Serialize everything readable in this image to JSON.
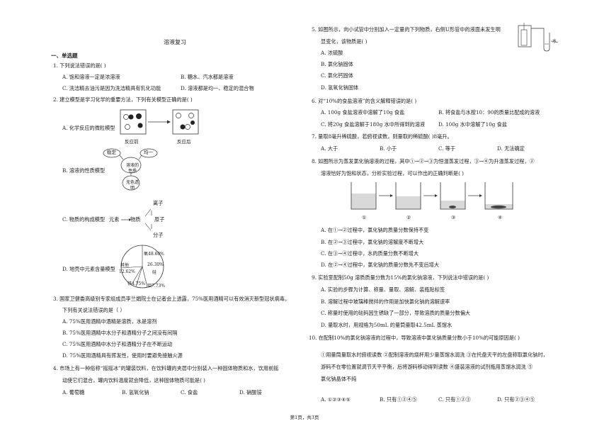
{
  "title": "溶液复习",
  "section": "一、单选题",
  "footer": "第1页，共3页",
  "left": {
    "q1": {
      "stem": "1.    下列说法错误的是(       )",
      "A": "A.  饱和溶液一定是浓溶液",
      "B": "B.  糖水、汽水都是溶液",
      "C": "C.  洗洁精去油污是因为洗洁精具有乳化功能",
      "D": "D.  溶液都是均一、稳定的混合物"
    },
    "q2": {
      "stem": "2.    建立模型是学习化学的重要方法，下列有关模型正确的是(   )",
      "A": "A.  化学反应的微粒模型",
      "A_before": "反应前",
      "A_after": "反应后",
      "B": "B.  溶液的性质模型",
      "B_nodes": [
        "稳定",
        "均一",
        "溶液的性质",
        "无色透明"
      ],
      "C": "C.  物质的构成模型",
      "C_nodes": [
        "元素",
        "物质",
        "原子",
        "离子",
        "分子"
      ],
      "D": "D.  地壳中元素含量模型",
      "D_labels": [
        "氧48.60%",
        "26.30%",
        "硅",
        "其他",
        "12.62%",
        "铝7.73%",
        "铁4.75%"
      ]
    },
    "q3": {
      "stem1": "3.    国家卫健委高级别专家组成员李兰娟院士在记者会上透露，75%医用酒精可以有效消灭新型冠状病毒。",
      "stem2": "下列有关说法错误的是（   ）",
      "A": "A.  75%医用酒精中酒精是溶质，水是溶剂",
      "B": "B.  75%医用酒精中水分子和酒精分子之间没有间隔",
      "C": "C.  75%医用酒精中水分子和酒精分子在不断运动",
      "D": "D.  75%医用酒精具有挥发性，使用时要避免接触火源"
    },
    "q4": {
      "stem1": "4.    市场上有一种俗称“摇摇冰”的罐装饮料，在饮料罐的夹层中分别装入一种固体物质和水，饮用前摇",
      "stem2": "动使它们混合，罐内饮料温度就会降低，这种固体物质可能是(   )",
      "A": "A.  葡萄糖",
      "B": "B.  氢氧化钠",
      "C": "C.  食盐",
      "D": "D.  硝酸铵"
    }
  },
  "right": {
    "q5": {
      "stem1": "5.    如图所示，向小试管中分别加入一定量的下列物质，右侧U形管中的液面未发生明",
      "stem2": "显变化，该物质是(    )",
      "A": "A.  浓硫酸",
      "B": "B.  氯化钠固体",
      "C": "C.  氯化钙固体",
      "D": "D.  氢氧化钠固体",
      "fig_label": "水"
    },
    "q6": {
      "stem": "6.    对“10%的食盐溶液”的含义解释错误的是(    )",
      "A": "A.  100g 食盐溶液中溶解了10g 食盐",
      "B": "B.  将食盐与水按10：90的质量比配成的溶液",
      "C": "C.  将20g 食盐溶解于180g 水中所得到的溶液",
      "D": "D.  100g 水中溶解了10g 食盐"
    },
    "q7": {
      "stem": "7.    量取8毫升稀硫酸，若俯视读数，则量取的稀硫酸(    )8毫升。",
      "A": "A.  大于",
      "B": "B.  小于",
      "C": "C.  等于",
      "D": "D.  无法确定"
    },
    "q8": {
      "stem1": "8.    如图所示为蒸发氯化钠溶液的过程，其中①→②→③为恒温蒸发过程，③→④为升温蒸发过程，②",
      "stem2": "溶液恰好为饱和状态，分析实验过程，可以作出的正确判断是(    )",
      "beakers": [
        "①",
        "②",
        "③",
        "④"
      ],
      "A": "A.  在①→②过程中，氯化钠的质量分数保持不变",
      "B": "B.  在②→③过程中，氯化钠的溶解度不断增大",
      "C": "C.  在③→④过程中，水的质量分数不断增大",
      "D": "D.  在②→④过程中，氯化钠的质量分数先不变后增大"
    },
    "q9": {
      "stem": "9.    实验室配制50g 溶质质量分数为15%的氯化钠溶液，下列说法中错误的是(    )",
      "A": "A.  实验的步骤为计算、称量、量取、溶解、装瓶贴标签",
      "B": "B.  溶解过程中玻璃棒搅拌的作用是加快氯化钠的溶解速率",
      "C": "C.  称量时使用的砝码因生锈缺了一部分，导致溶质的质量分数偏大",
      "D": "D.  量取水时，用规格为50mL 的量筒量取42.5mL 蒸馏水"
    },
    "q10": {
      "stem": "10.  在配制10%的氯化钠溶液的过程中，导致溶液中氯化钠质量分数小于10%的可能原因是(    )",
      "detail1": "①用量筒量取水时俯视读数  ②配制溶液的烧杯用少量蒸馏水润洗  ③在托盘天平的左盘称取氯化钠时，",
      "detail2": "游码不在零位置就调节天平平衡，后将游码移动得到读数  ④盛装溶液的试剂瓶用蒸馏水润洗  ⑤",
      "detail3": "氯化钠晶体不纯",
      "A": "A.  ①②③④⑤",
      "B": "B.  只有①②④⑤",
      "C": "C.  只有①②③",
      "D": "D.  只有②③④⑤"
    }
  }
}
